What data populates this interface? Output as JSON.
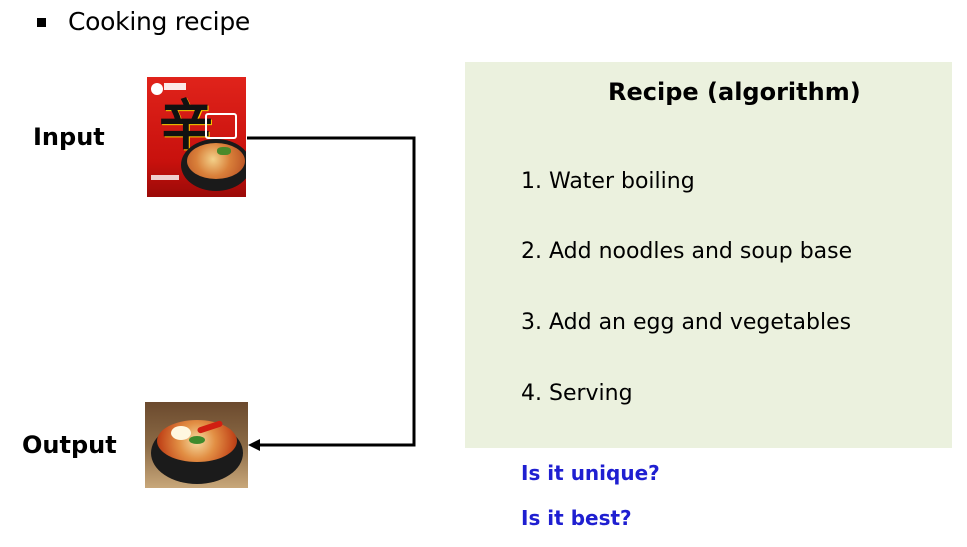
{
  "bullet": {
    "text": "Cooking recipe"
  },
  "labels": {
    "input": "Input",
    "output": "Output"
  },
  "images": {
    "input_image": "instant-ramen-package",
    "output_image": "bowl-of-ramen"
  },
  "recipe": {
    "title": "Recipe (algorithm)",
    "steps": [
      "1. Water boiling",
      "2. Add noodles and soup base",
      "3. Add an egg and vegetables",
      "4. Serving"
    ],
    "background_color": "#ebf1de"
  },
  "questions": [
    "Is it unique?",
    "Is it best?"
  ],
  "colors": {
    "question_text": "#1f1fd1",
    "connector": "#000000"
  }
}
